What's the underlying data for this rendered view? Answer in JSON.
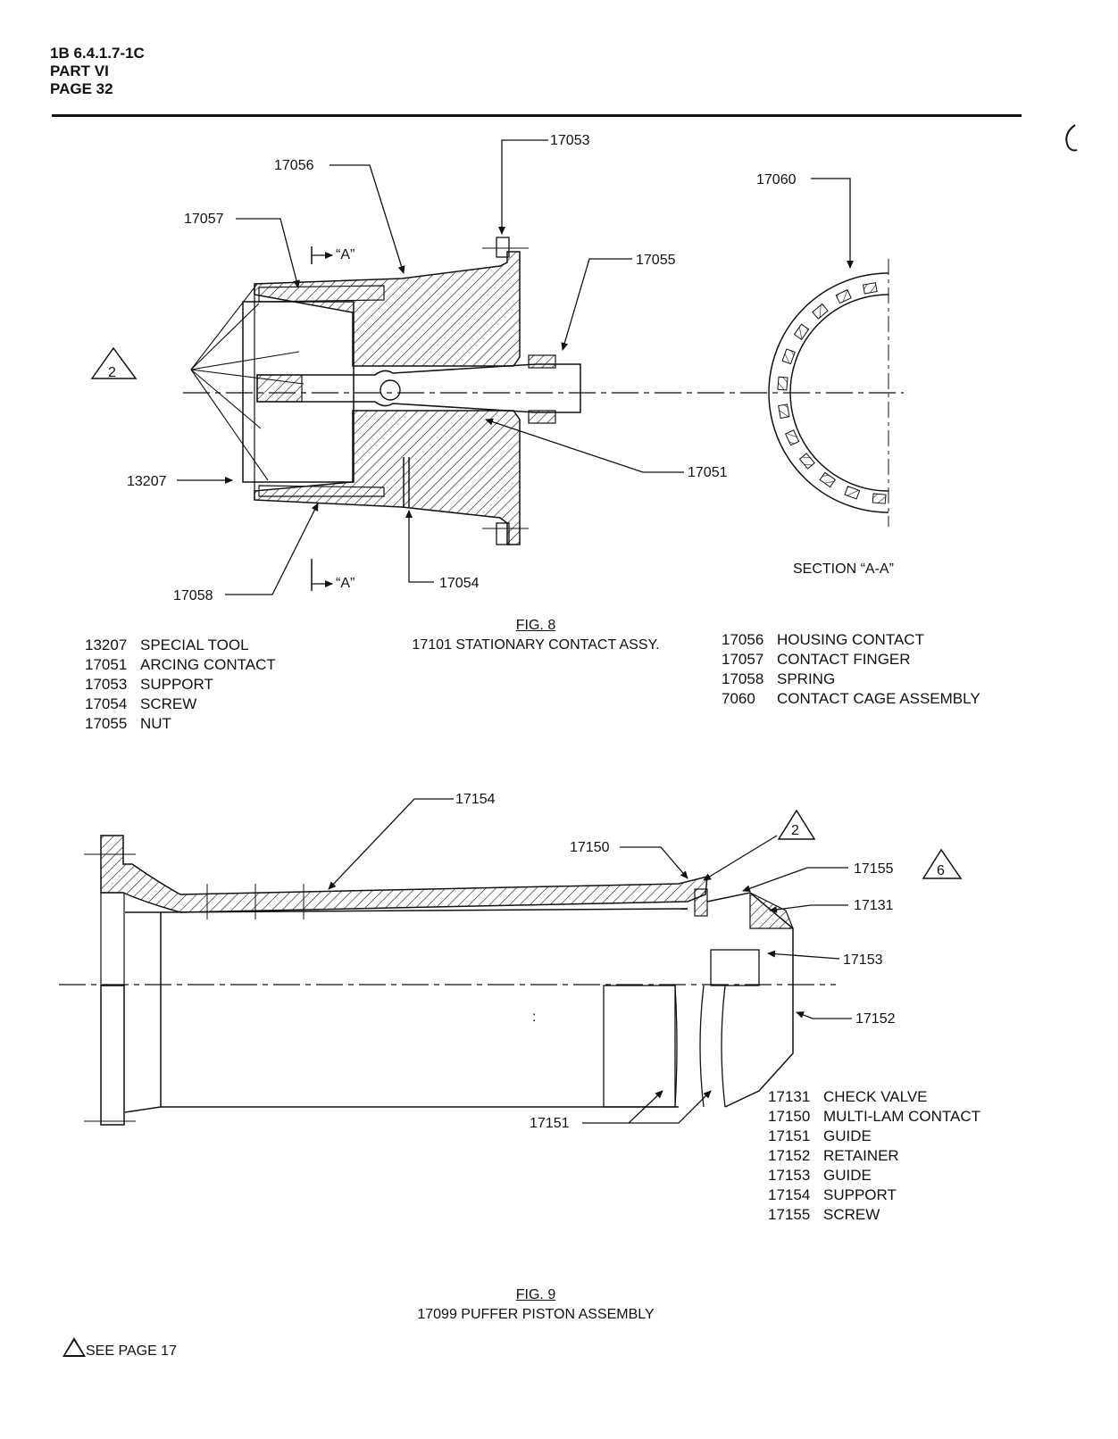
{
  "header": {
    "line1": "1B 6.4.1.7-1C",
    "line2": "PART VI",
    "line3": "PAGE 32"
  },
  "fig8": {
    "callouts": {
      "c17053": "17053",
      "c17056": "17056",
      "c17060": "17060",
      "c17057": "17057",
      "c17055": "17055",
      "c13207": "13207",
      "c17051": "17051",
      "c17058": "17058",
      "c17054": "17054",
      "cutA_top": "“A”",
      "cutA_bot": "“A”",
      "note2": "2"
    },
    "section_label": "SECTION “A-A”",
    "caption_fig": "FIG. 8",
    "caption_title": "17101 STATIONARY CONTACT ASSY.",
    "legend_left": [
      {
        "num": "13207",
        "name": "SPECIAL TOOL"
      },
      {
        "num": "17051",
        "name": "ARCING CONTACT"
      },
      {
        "num": "17053",
        "name": "SUPPORT"
      },
      {
        "num": "17054",
        "name": "SCREW"
      },
      {
        "num": "17055",
        "name": "NUT"
      }
    ],
    "legend_right": [
      {
        "num": "17056",
        "name": "HOUSING CONTACT"
      },
      {
        "num": "17057",
        "name": "CONTACT FINGER"
      },
      {
        "num": "17058",
        "name": "SPRING"
      },
      {
        "num": "7060",
        "name": "CONTACT CAGE ASSEMBLY"
      }
    ]
  },
  "fig9": {
    "callouts": {
      "c17154": "17154",
      "c17150": "17150",
      "c17155": "17155",
      "c17131": "17131",
      "c17153": "17153",
      "c17152": "17152",
      "c17151": "17151",
      "note2": "2",
      "note6": "6",
      "mark": ":"
    },
    "caption_fig": "FIG. 9",
    "caption_title": "17099 PUFFER PISTON ASSEMBLY",
    "legend": [
      {
        "num": "17131",
        "name": "CHECK VALVE"
      },
      {
        "num": "17150",
        "name": "MULTI-LAM CONTACT"
      },
      {
        "num": "17151",
        "name": "GUIDE"
      },
      {
        "num": "17152",
        "name": "RETAINER"
      },
      {
        "num": "17153",
        "name": "GUIDE"
      },
      {
        "num": "17154",
        "name": "SUPPORT"
      },
      {
        "num": "17155",
        "name": "SCREW"
      }
    ]
  },
  "footnote": {
    "text": "SEE PAGE 17"
  }
}
